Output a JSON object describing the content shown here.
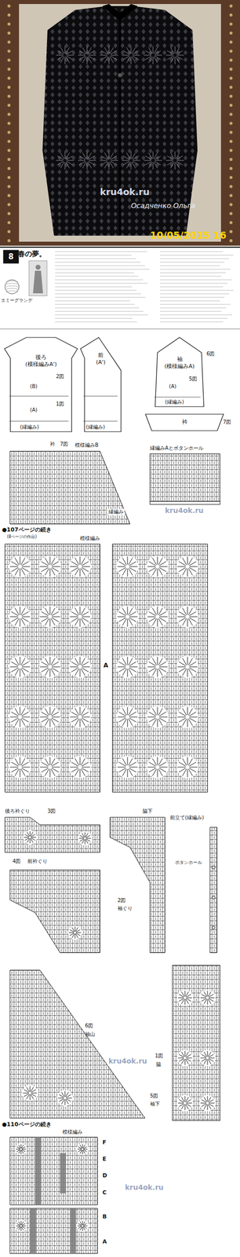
{
  "diagram": {
    "title": "春の夢。",
    "nodes": [
      {
        "text": [
          "8"
        ]
      },
      {
        "text": [
          "後ろ",
          "(模様編みA')"
        ]
      },
      {
        "text": [
          "前",
          "(A')"
        ]
      },
      {
        "text": [
          "袖",
          "(模様編みA)"
        ]
      },
      {
        "text": [
          "衿"
        ]
      }
    ],
    "labels": [
      "kru4ok.ru",
      "Осадченко Ольга",
      "10/05/2015 16",
      "エミーグランデ",
      "2図",
      "(B)",
      "1図",
      "(A)",
      "(縁編み)",
      "(縁編み)",
      "6図",
      "5図",
      "(A)",
      "(縁編み)",
      "7図",
      "衿",
      "7図",
      "模様編みB",
      "縁編み",
      "縁編みAとボタンホール",
      "kru4ok.ru",
      "●107ページの続き",
      "(8ページの作品)",
      "模様編み",
      "A",
      "後ろ衿ぐり",
      "3図",
      "脇下",
      "4図",
      "前衿ぐり",
      "2図",
      "袖ぐり",
      "前立て(縁編み)",
      "ボタンホール",
      "6図",
      "袖山",
      "kru4ok.ru",
      "1図",
      "脇",
      "5図",
      "袖下",
      "●110ページの続き",
      "模様編み",
      "F",
      "E",
      "D",
      "C",
      "B",
      "A",
      "kru4ok.ru"
    ]
  }
}
